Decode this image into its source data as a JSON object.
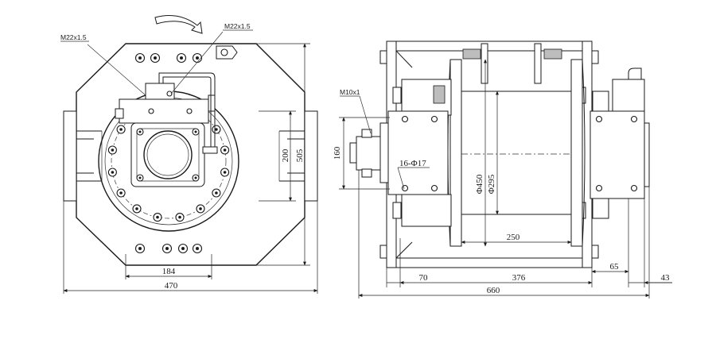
{
  "front_view": {
    "callout_left_thread": "M22x1.5",
    "callout_top_thread": "M22x1.5",
    "dim_height_inner": "200",
    "dim_height_overall": "505",
    "dim_bolt_spacing": "184",
    "dim_width_overall": "470"
  },
  "side_view": {
    "callout_thread": "M10x1",
    "callout_holes": "16-Φ17",
    "dim_left_height": "160",
    "dim_drum_flange_dia": "Φ450",
    "dim_drum_dia": "Φ295",
    "dim_drum_length": "250",
    "dim_left_offset": "70",
    "dim_frame_length": "376",
    "dim_right_a": "65",
    "dim_right_b": "43",
    "dim_overall_length": "660"
  }
}
